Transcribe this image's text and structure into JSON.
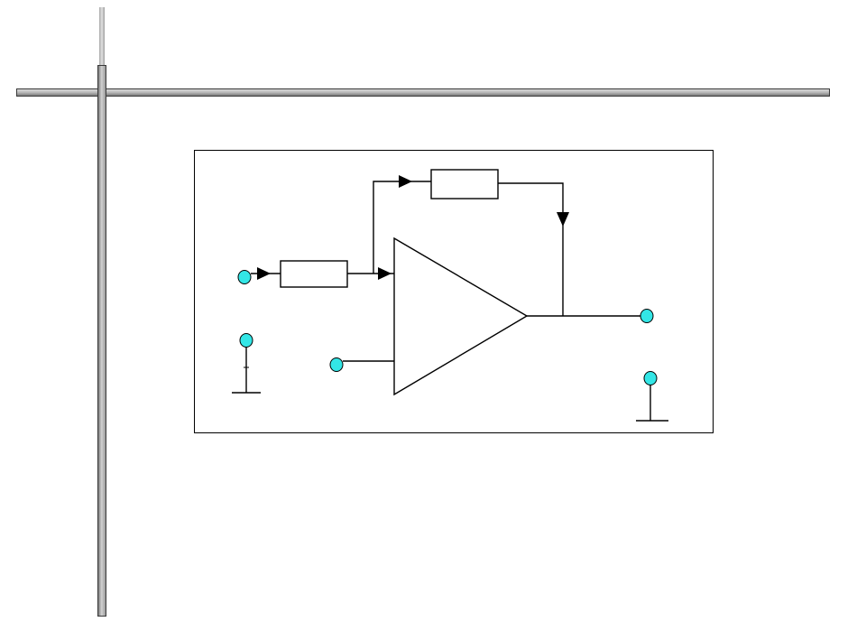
{
  "slide": {
    "decor": [
      "horizontal-rule",
      "vertical-rule"
    ]
  },
  "circuit": {
    "type": "op-amp-schematic",
    "components": [
      "input-resistor",
      "feedback-resistor",
      "op-amp"
    ],
    "terminals": [
      "input-terminal",
      "non-inverting-input-terminal",
      "output-terminal",
      "ground-left",
      "ground-right"
    ],
    "colors": {
      "terminal_fill": "#33e6e6",
      "wire": "#000000",
      "frame": "#000000"
    }
  }
}
